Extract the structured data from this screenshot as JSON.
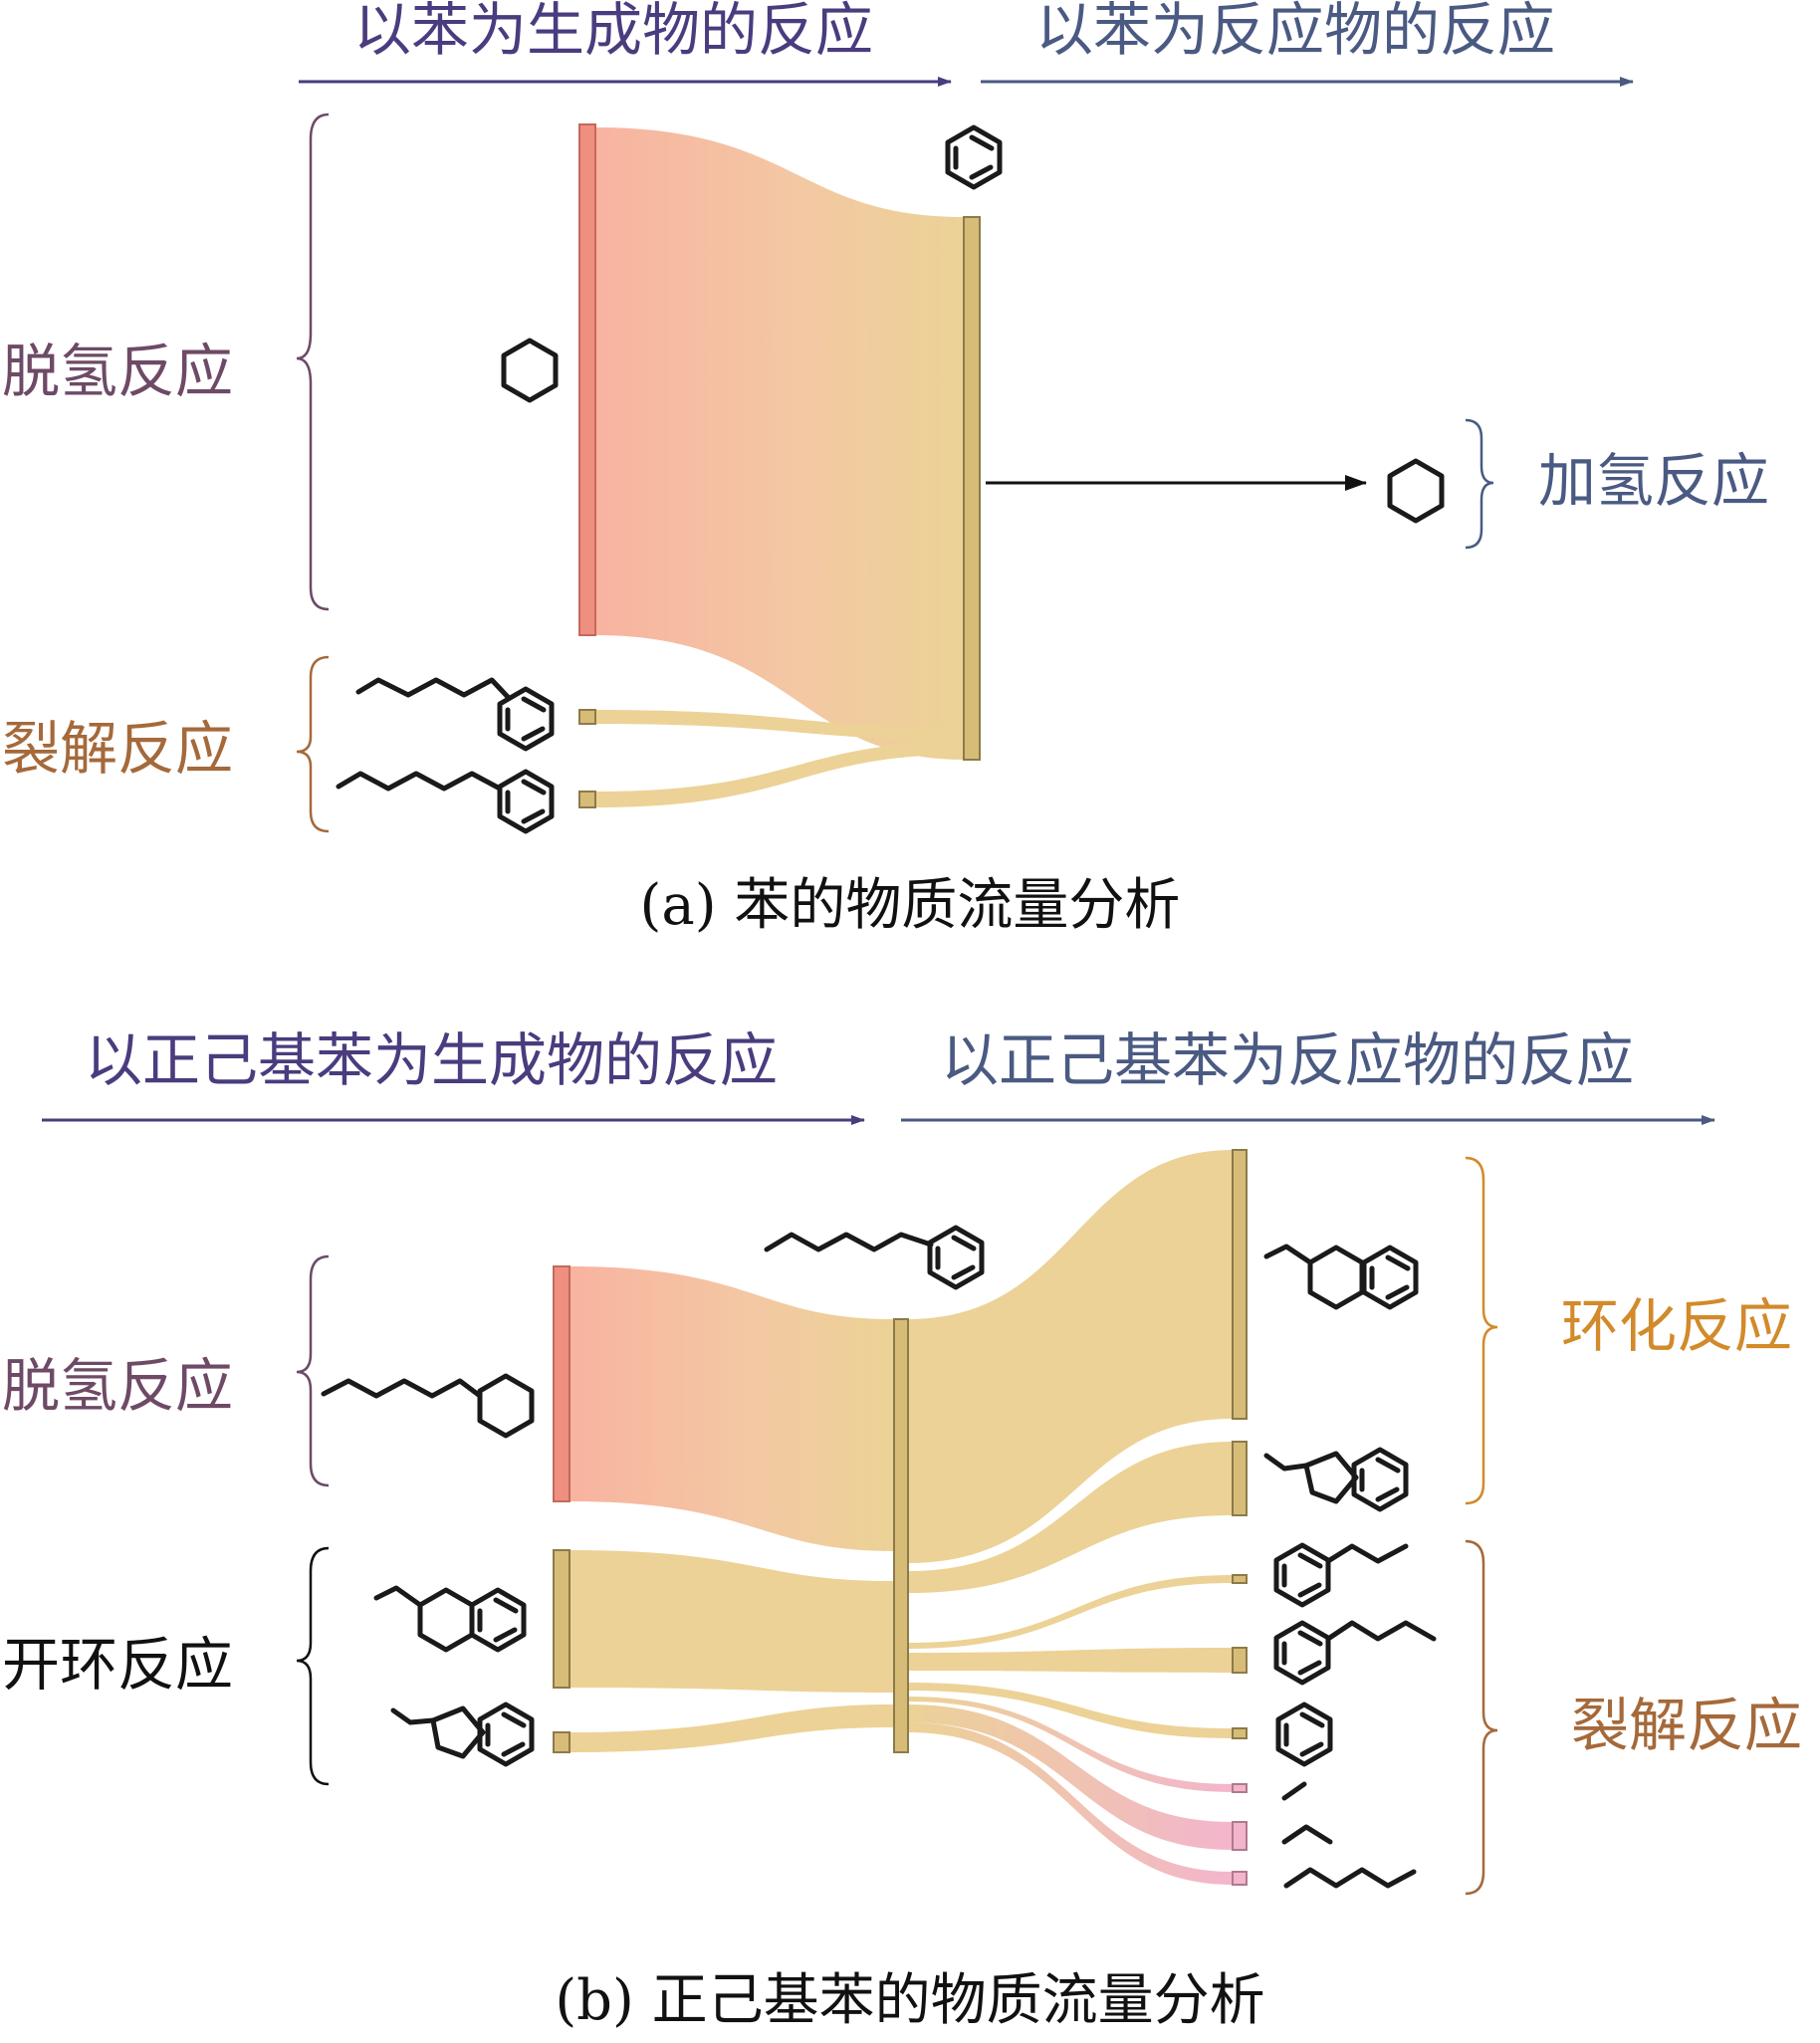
{
  "panel_a": {
    "header_left": "以苯为生成物的反应",
    "header_right": "以苯为反应物的反应",
    "group_dehydrogenation": "脱氢反应",
    "group_cracking": "裂解反应",
    "group_hydrogenation": "加氢反应",
    "caption": "(a) 苯的物质流量分析"
  },
  "panel_b": {
    "header_left": "以正己基苯为生成物的反应",
    "header_right": "以正己基苯为反应物的反应",
    "group_dehydrogenation": "脱氢反应",
    "group_ring_opening": "开环反应",
    "group_cyclization": "环化反应",
    "group_cracking": "裂解反应",
    "caption": "(b) 正己基苯的物质流量分析"
  },
  "colors": {
    "header_left": "#4a3c7e",
    "header_right": "#4a5a82",
    "dehydrogenation_label": "#6e4a66",
    "cracking_label": "#a5693a",
    "cyclization_label": "#d28a2a",
    "ring_opening_label": "#111111",
    "hydrogenation_label": "#4a5a82",
    "flow_main": "#ecd296",
    "flow_source": "#f8b3a0",
    "flow_pink": "#f3b5cc",
    "node_main": "#d7bc78",
    "node_source": "#ee8f80"
  },
  "icons": [
    "benzene-icon",
    "cyclohexane-icon",
    "pentylbenzene-icon",
    "hexylbenzene-icon",
    "hexylcyclohexane-icon",
    "tetralin-icon",
    "indane-icon",
    "alkane-icon",
    "right-arrow-icon",
    "brace-icon"
  ]
}
